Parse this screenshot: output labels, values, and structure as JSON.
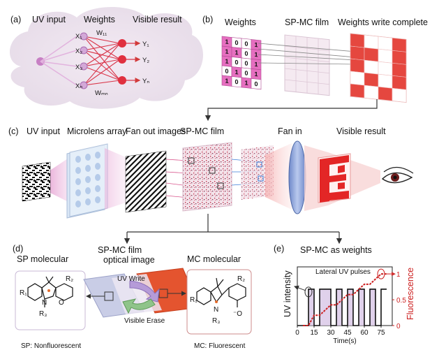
{
  "panel_a": {
    "tag": "(a)",
    "title_input": "UV input",
    "title_weights": "Weights",
    "title_result": "Visible result",
    "inputs": [
      "X₁",
      "X₂",
      "X₃",
      "Xₙ"
    ],
    "outputs": [
      "Y₁",
      "Y₂",
      "Yₙ"
    ],
    "w11": "W₁₁",
    "wmn": "Wₘₙ"
  },
  "panel_b": {
    "tag": "(b)",
    "title_weights": "Weights",
    "title_film": "SP-MC film",
    "title_complete": "Weights write complete",
    "matrix": [
      [
        "1",
        "0",
        "0",
        "1"
      ],
      [
        "1",
        "1",
        "0",
        "1"
      ],
      [
        "1",
        "0",
        "0",
        "1"
      ],
      [
        "0",
        "1",
        "0",
        "1"
      ],
      [
        "1",
        "0",
        "1",
        "0"
      ]
    ]
  },
  "panel_c": {
    "tag": "(c)",
    "title_input": "UV input",
    "title_lens": "Microlens array",
    "title_fanout": "Fan out images",
    "title_film": "SP-MC film",
    "title_fanin": "Fan in",
    "title_result": "Visible result"
  },
  "panel_d": {
    "tag": "(d)",
    "title_sp": "SP molecular",
    "title_film": "SP-MC film optical image",
    "title_mc": "MC molecular",
    "uv_write": "UV Write",
    "visible_erase": "Visible Erase",
    "sp_caption": "SP: Nonfluorescent",
    "mc_caption": "MC: Fluorescent",
    "r1": "R₁",
    "r2": "R₂",
    "r3": "R₃",
    "n_label": "N",
    "o_label": "O",
    "o_minus": "⁻O"
  },
  "panel_e": {
    "tag": "(e)",
    "title": "SP-MC as weights",
    "legend": "Lateral UV pulses"
  },
  "chart_data": {
    "type": "line",
    "title": "",
    "xlabel": "Time(s)",
    "ylabel": "UV intensity",
    "y2label": "Fluorescence",
    "x_ticks": [
      "0",
      "15",
      "30",
      "45",
      "60",
      "75"
    ],
    "y2_ticks": [
      "0",
      "0.5",
      "1"
    ],
    "xlim": [
      0,
      85
    ],
    "y2lim": [
      0,
      1
    ],
    "series": [
      {
        "color": "#111111",
        "x": [
          0,
          10,
          10,
          15,
          15,
          20,
          20,
          30,
          30,
          35,
          35,
          40,
          40,
          45,
          45,
          50,
          50,
          55,
          55,
          60,
          60,
          65,
          65,
          70,
          70,
          75,
          75,
          80
        ],
        "y": [
          0,
          0,
          1,
          1,
          0,
          0,
          1,
          1,
          0,
          0,
          1,
          1,
          0,
          0,
          1,
          1,
          0,
          0,
          1,
          1,
          0,
          0,
          1,
          1,
          0,
          0,
          1,
          1
        ]
      },
      {
        "color": "#cc1f1f",
        "x": [
          5,
          10,
          15,
          20,
          30,
          35,
          45,
          50,
          60,
          65,
          75,
          80
        ],
        "y": [
          0,
          0,
          0.2,
          0.2,
          0.4,
          0.4,
          0.6,
          0.6,
          0.8,
          0.8,
          1.0,
          1.0
        ]
      }
    ]
  }
}
